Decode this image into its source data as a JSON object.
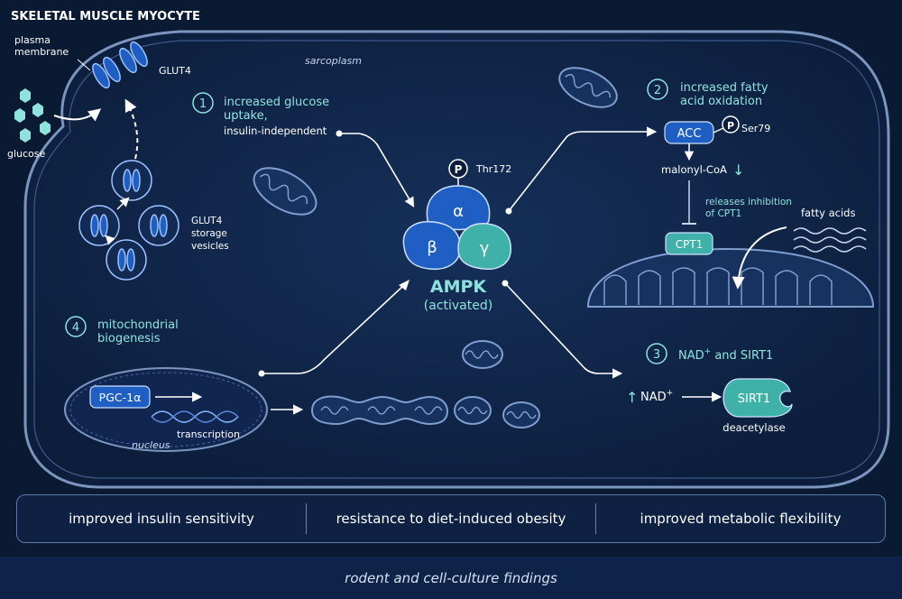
{
  "title": "SKELETAL MUSCLE MYOCYTE",
  "labels": {
    "plasma_membrane": [
      "plasma",
      "membrane"
    ],
    "glut4": "GLUT4",
    "sarcoplasm": "sarcoplasm",
    "glucose": "glucose",
    "glut4_vesicles": [
      "GLUT4",
      "storage",
      "vesicles"
    ],
    "nucleus": "nucleus",
    "transcription": "transcription",
    "pgc1a": "PGC-1α"
  },
  "ampk": {
    "phospho": "P",
    "site": "Thr172",
    "alpha": "α",
    "beta": "β",
    "gamma": "γ",
    "name": "AMPK",
    "state": "(activated)"
  },
  "effects": [
    {
      "num": "1",
      "title": [
        "increased glucose",
        "uptake,"
      ],
      "subtitle": "insulin-independent"
    },
    {
      "num": "2",
      "title": [
        "increased fatty",
        "acid oxidation"
      ]
    },
    {
      "num": "3",
      "title_main": "NAD",
      "title_sup": "+",
      "title_tail": " and SIRT1"
    },
    {
      "num": "4",
      "title": [
        "mitochondrial",
        "biogenesis"
      ]
    }
  ],
  "fatty_acid": {
    "acc": "ACC",
    "phospho": "P",
    "site": "Ser79",
    "malonyl": "malonyl-CoA",
    "down_arrow": "↓",
    "releases": [
      "releases inhibition",
      "of CPT1"
    ],
    "cpt1": "CPT1",
    "fatty_acids": "fatty acids"
  },
  "nad": {
    "up_arrow": "↑",
    "nad_main": "NAD",
    "nad_sup": "+",
    "sirt1": "SIRT1",
    "deacetylase": "deacetylase"
  },
  "outcomes": [
    "improved insulin sensitivity",
    "resistance to diet-induced obesity",
    "improved metabolic flexibility"
  ],
  "footer": "rodent and cell-culture findings",
  "colors": {
    "background": "#0b1a33",
    "blue": "#1f5fc4",
    "teal": "#3fb1a9",
    "cyan_text": "#8fe3df"
  }
}
